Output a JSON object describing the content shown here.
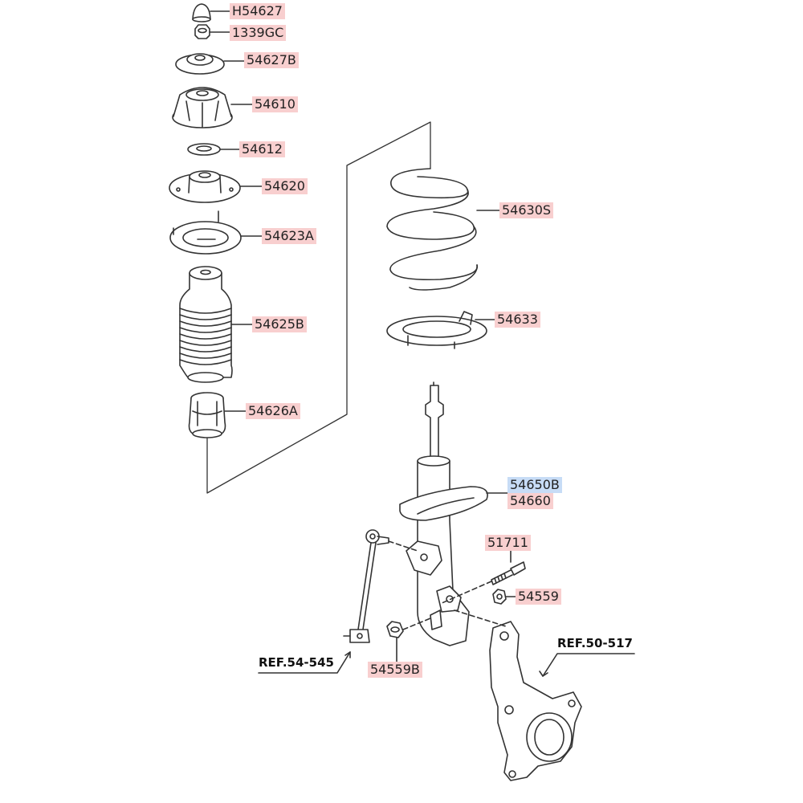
{
  "labels": {
    "h54627": "H54627",
    "p1339gc": "1339GC",
    "p54627b": "54627B",
    "p54610": "54610",
    "p54612": "54612",
    "p54620": "54620",
    "p54623a": "54623A",
    "p54625b": "54625B",
    "p54626a": "54626A",
    "p54630s": "54630S",
    "p54633": "54633",
    "p54650b": "54650B",
    "p54660": "54660",
    "p51711": "51711",
    "p54559": "54559",
    "p54559b": "54559B",
    "ref5450": "REF.50-517",
    "ref5454": "REF.54-545"
  },
  "colors": {
    "label_highlight": "#f8cfcf",
    "selected_highlight": "#c7dcf6",
    "line": "#333333"
  }
}
